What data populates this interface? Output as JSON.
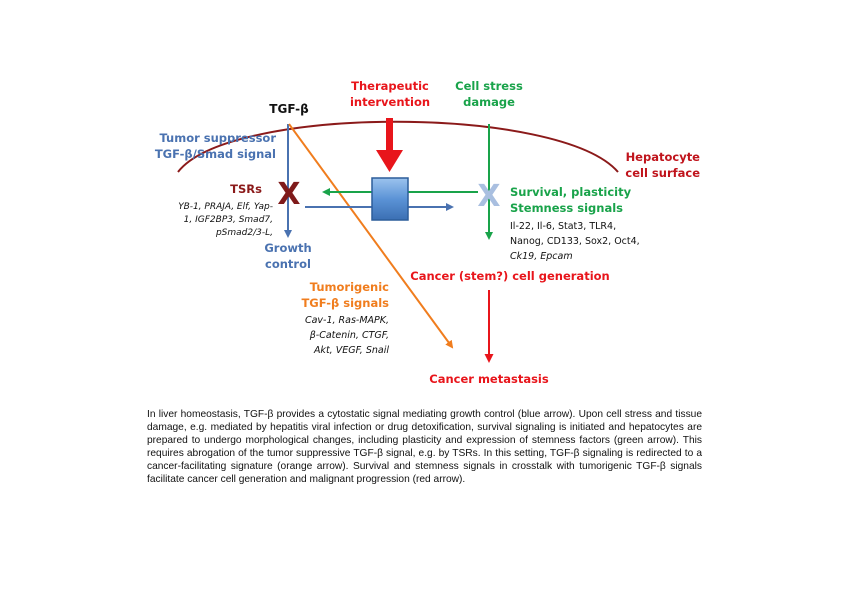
{
  "diagram": {
    "tgf_beta": "TGF-β",
    "therapeutic": [
      "Therapeutic",
      "intervention"
    ],
    "cell_stress": [
      "Cell stress",
      "damage"
    ],
    "tumor_suppressor": [
      "Tumor suppressor",
      "TGF-β/Smad signal"
    ],
    "hepatocyte": [
      "Hepatocyte",
      "cell surface"
    ],
    "tsrs_title": "TSRs",
    "tsrs_list": [
      "YB-1, PRAJA, Elf, Yap-",
      "1, IGF2BP3, Smad7,",
      "pSmad2/3-L,"
    ],
    "survival": [
      "Survival, plasticity",
      "Stemness signals"
    ],
    "stemness_list": [
      "Il-22, Il-6, Stat3, TLR4,",
      "Nanog, CD133, Sox2, Oct4,",
      "Ck19, Epcam"
    ],
    "growth_control": [
      "Growth",
      "control"
    ],
    "cancer_generation": "Cancer (stem?) cell generation",
    "tumorigenic": [
      "Tumorigenic",
      "TGF-β signals"
    ],
    "tumorigenic_list": [
      "Cav-1, Ras-MAPK,",
      "β-Catenin, CTGF,",
      "Akt, VEGF, Snail"
    ],
    "cancer_metastasis": "Cancer metastasis",
    "block_mark_left": "X",
    "block_mark_right": "X"
  },
  "colors": {
    "blue": "#4a72b0",
    "red": "#e8151b",
    "green": "#19a34a",
    "orange": "#f07d1e",
    "darkred": "#8b1a1a",
    "crimson": "#c0141c",
    "lightblue_x": "#a9bfe0"
  },
  "caption": "In liver homeostasis, TGF-β provides a cytostatic signal mediating growth control (blue arrow). Upon cell stress and tissue damage, e.g. mediated by hepatitis viral infection or drug detoxification, survival signaling is initiated and hepatocytes are prepared to undergo morphological changes, including plasticity and expression of stemness factors (green arrow). This requires abrogation of the tumor suppressive TGF-β signal, e.g. by TSRs. In this setting, TGF-β signaling is redirected to a cancer-facilitating signature (orange arrow). Survival and stemness signals in crosstalk with tumorigenic TGF-β signals facilitate cancer cell generation and malignant progression (red arrow)."
}
